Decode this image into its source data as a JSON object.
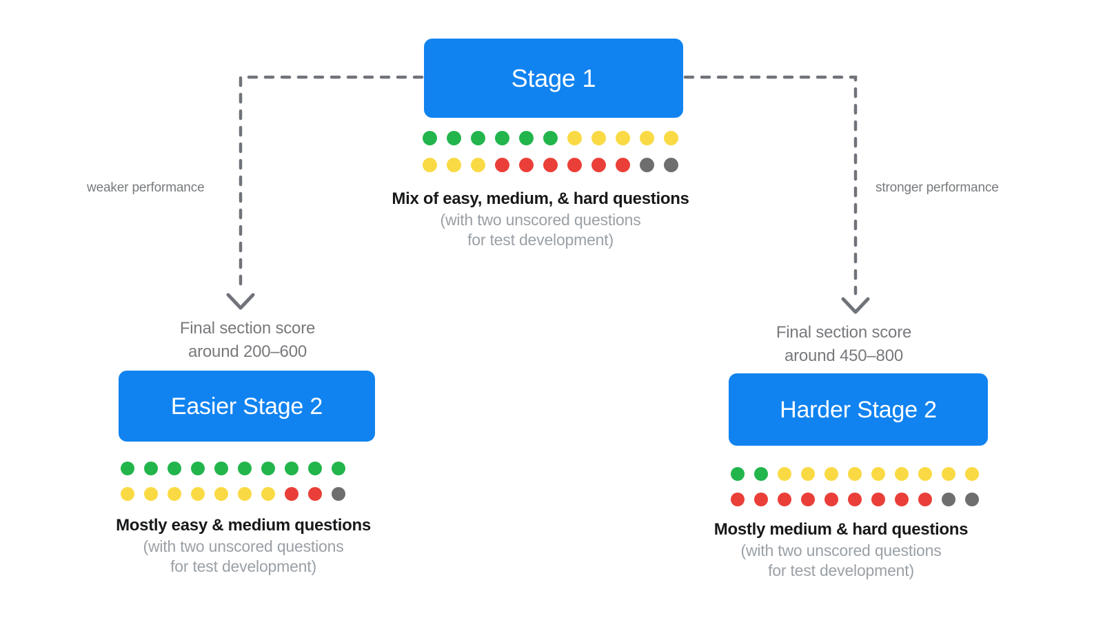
{
  "diagram": {
    "title": "Adaptive test stage flow",
    "colors": {
      "box_blue": "#1183f0",
      "dot_green": "#22b54c",
      "dot_yellow": "#fada44",
      "dot_red": "#ea3f38",
      "dot_gray": "#6e6e6e",
      "connector_gray": "#70737a",
      "caption_main": "#17181a",
      "caption_sub": "#9aa0a6",
      "background": "#ffffff"
    }
  },
  "stage1": {
    "box_label": "Stage 1",
    "caption_main": "Mix of easy, medium, & hard questions",
    "caption_sub_line1": "(with two unscored questions",
    "caption_sub_line2": "for test development)",
    "dot_rows": [
      [
        "green",
        "green",
        "green",
        "green",
        "green",
        "green",
        "yellow",
        "yellow",
        "yellow",
        "yellow",
        "yellow"
      ],
      [
        "yellow",
        "yellow",
        "yellow",
        "red",
        "red",
        "red",
        "red",
        "red",
        "red",
        "gray",
        "gray"
      ]
    ],
    "dot_counts": {
      "green": 6,
      "yellow": 8,
      "red": 6,
      "gray": 2,
      "total": 22
    }
  },
  "left_branch": {
    "performance_label": "weaker performance",
    "score_line1": "Final section score",
    "score_line2": "around 200–600",
    "score_range": [
      200,
      600
    ]
  },
  "right_branch": {
    "performance_label": "stronger performance",
    "score_line1": "Final section score",
    "score_line2": "around 450–800",
    "score_range": [
      450,
      800
    ]
  },
  "easier_stage2": {
    "box_label": "Easier Stage 2",
    "caption_main": "Mostly easy & medium questions",
    "caption_sub_line1": "(with two unscored questions",
    "caption_sub_line2": "for test development)",
    "dot_rows": [
      [
        "green",
        "green",
        "green",
        "green",
        "green",
        "green",
        "green",
        "green",
        "green",
        "green"
      ],
      [
        "yellow",
        "yellow",
        "yellow",
        "yellow",
        "yellow",
        "yellow",
        "yellow",
        "red",
        "red",
        "gray"
      ]
    ],
    "dot_counts": {
      "green": 10,
      "yellow": 7,
      "red": 2,
      "gray": 1,
      "total": 20
    }
  },
  "harder_stage2": {
    "box_label": "Harder Stage 2",
    "caption_main": "Mostly medium & hard questions",
    "caption_sub_line1": "(with two unscored questions",
    "caption_sub_line2": "for test development)",
    "dot_rows": [
      [
        "green",
        "green",
        "yellow",
        "yellow",
        "yellow",
        "yellow",
        "yellow",
        "yellow",
        "yellow",
        "yellow",
        "yellow"
      ],
      [
        "red",
        "red",
        "red",
        "red",
        "red",
        "red",
        "red",
        "red",
        "red",
        "gray",
        "gray"
      ]
    ],
    "dot_counts": {
      "green": 2,
      "yellow": 9,
      "red": 9,
      "gray": 2,
      "total": 22
    }
  },
  "icons": {
    "left_arrow": "chevron-down-icon",
    "right_arrow": "chevron-down-icon"
  }
}
